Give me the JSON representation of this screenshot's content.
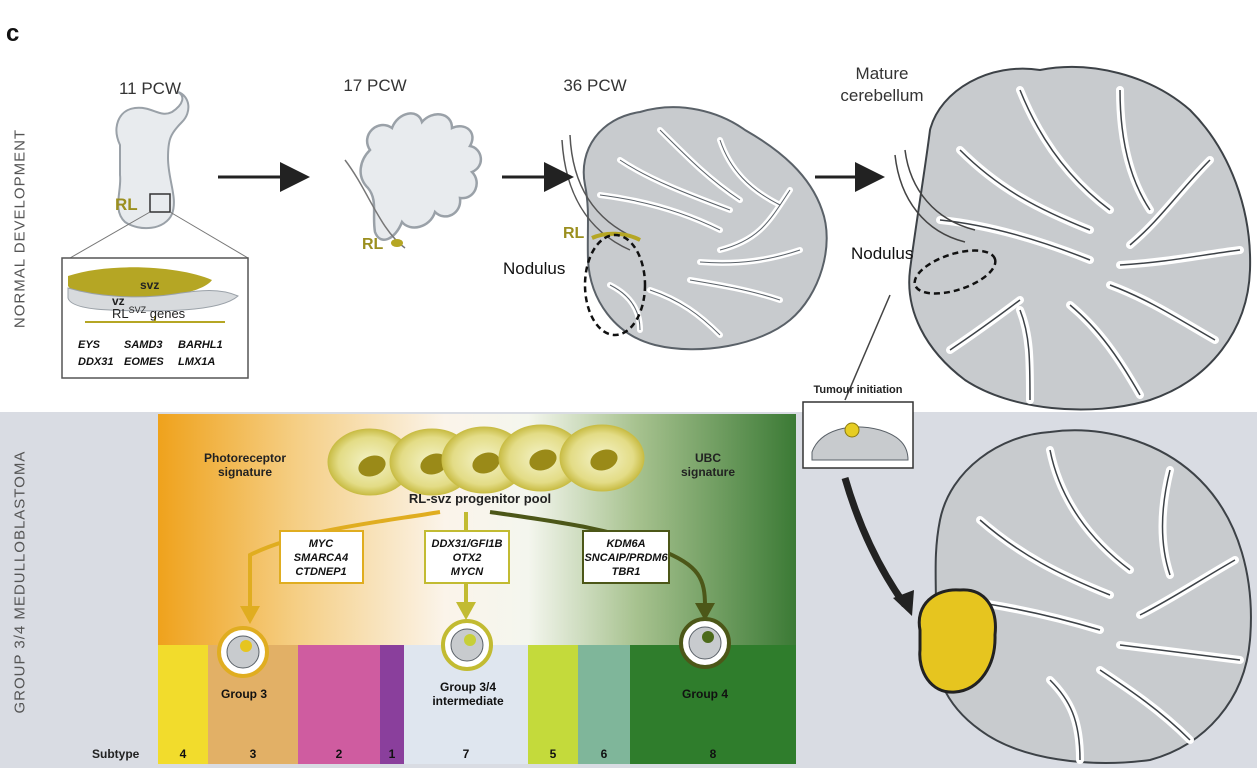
{
  "panel_letter": "c",
  "top": {
    "side_label": "NORMAL DEVELOPMENT",
    "stages": [
      "11 PCW",
      "17 PCW",
      "36 PCW",
      "Mature cerebellum"
    ],
    "rl_label": "RL",
    "nodulus_label": "Nodulus",
    "inset": {
      "svz": "svz",
      "vz": "vz",
      "genes_prefix": "RL",
      "genes_sup": "SVZ",
      "genes_suffix": " genes",
      "genes": [
        "EYS",
        "SAMD3",
        "BARHL1",
        "DDX31",
        "EOMES",
        "LMX1A"
      ]
    }
  },
  "bottom": {
    "side_label": "GROUP 3/4 MEDULLOBLASTOMA",
    "photoreceptor": "Photoreceptor\nsignature",
    "ubc": "UBC\nsignature",
    "pool": "RL-svz progenitor pool",
    "boxes": [
      [
        "MYC",
        "SMARCA4",
        "CTDNEP1"
      ],
      [
        "DDX31/GFI1B",
        "OTX2",
        "MYCN"
      ],
      [
        "KDM6A",
        "SNCAIP/PRDM6",
        "TBR1"
      ]
    ],
    "groups": [
      "Group 3",
      "Group 3/4\nintermediate",
      "Group 4"
    ],
    "subtype_label": "Subtype",
    "subtypes": [
      "4",
      "3",
      "2",
      "1",
      "7",
      "5",
      "6",
      "8"
    ],
    "tumour_initiation": "Tumour initiation"
  },
  "colors": {
    "olive": "#b5a624",
    "dark_green": "#3f7a2e",
    "orange": "#e8a020",
    "cerebellum_gray": "#bfc3c6",
    "bottom_bg": "#d9dce3"
  }
}
